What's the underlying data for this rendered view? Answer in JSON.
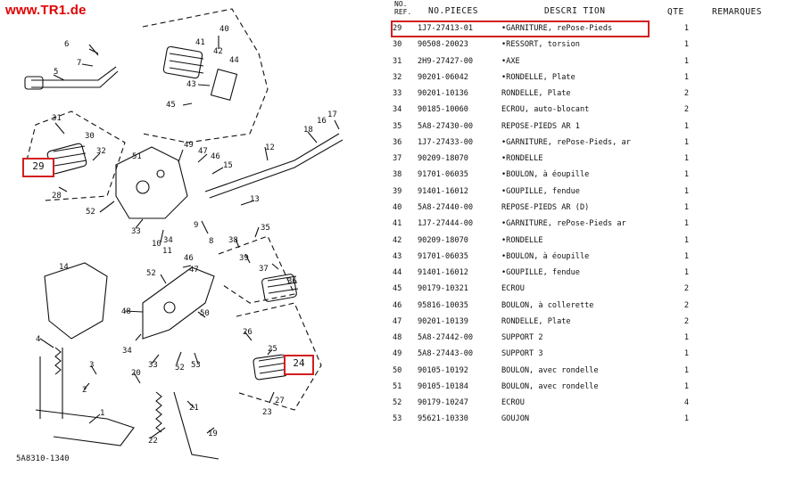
{
  "watermark": "www.TR1.de",
  "figure_code": "5A8310-1340",
  "diagram": {
    "callout_left": "29",
    "callout_right": "24",
    "labels": [
      "1",
      "2",
      "3",
      "4",
      "5",
      "6",
      "7",
      "8",
      "9",
      "10",
      "11",
      "12",
      "13",
      "14",
      "15",
      "16",
      "17",
      "18",
      "19",
      "20",
      "21",
      "22",
      "23",
      "27",
      "28",
      "30",
      "31",
      "32",
      "33",
      "34",
      "35",
      "36",
      "37",
      "38",
      "39",
      "40",
      "41",
      "42",
      "43",
      "44",
      "45",
      "46",
      "47",
      "48",
      "49",
      "50",
      "51",
      "52",
      "53",
      "26"
    ]
  },
  "table": {
    "headers": {
      "no_ref": "NO.\nREF.",
      "part_no": "NO.PIECES",
      "description": "DESCRI TION",
      "qty": "QTE",
      "remarks": "REMARQUES"
    },
    "highlighted_ref": "29",
    "rows": [
      {
        "ref": "29",
        "part": "1J7-27413-01",
        "desc": "•GARNITURE, rePose-Pieds",
        "qty": "1"
      },
      {
        "ref": "30",
        "part": "90508-20023",
        "desc": "•RESSORT, torsion",
        "qty": "1"
      },
      {
        "ref": "31",
        "part": "2H9-27427-00",
        "desc": "•AXE",
        "qty": "1"
      },
      {
        "ref": "32",
        "part": "90201-06042",
        "desc": "•RONDELLE, Plate",
        "qty": "1"
      },
      {
        "ref": "33",
        "part": "90201-10136",
        "desc": "RONDELLE, Plate",
        "qty": "2"
      },
      {
        "ref": "34",
        "part": "90185-10060",
        "desc": "ECROU, auto-blocant",
        "qty": "2"
      },
      {
        "ref": "35",
        "part": "5A8-27430-00",
        "desc": "REPOSE-PIEDS AR 1",
        "qty": "1"
      },
      {
        "ref": "36",
        "part": "1J7-27433-00",
        "desc": "•GARNITURE, rePose-Pieds, ar",
        "qty": "1"
      },
      {
        "ref": "37",
        "part": "90209-18070",
        "desc": "•RONDELLE",
        "qty": "1"
      },
      {
        "ref": "38",
        "part": "91701-06035",
        "desc": "•BOULON, à éoupille",
        "qty": "1"
      },
      {
        "ref": "39",
        "part": "91401-16012",
        "desc": "•GOUPILLE, fendue",
        "qty": "1"
      },
      {
        "ref": "40",
        "part": "5A8-27440-00",
        "desc": "REPOSE-PIEDS AR (D)",
        "qty": "1"
      },
      {
        "ref": "41",
        "part": "1J7-27444-00",
        "desc": "•GARNITURE, rePose-Pieds ar",
        "qty": "1"
      },
      {
        "ref": "42",
        "part": "90209-18070",
        "desc": "•RONDELLE",
        "qty": "1"
      },
      {
        "ref": "43",
        "part": "91701-06035",
        "desc": "•BOULON, à éoupille",
        "qty": "1"
      },
      {
        "ref": "44",
        "part": "91401-16012",
        "desc": "•GOUPILLE, fendue",
        "qty": "1"
      },
      {
        "ref": "45",
        "part": "90179-10321",
        "desc": "ECROU",
        "qty": "2"
      },
      {
        "ref": "46",
        "part": "95816-10035",
        "desc": "BOULON, à collerette",
        "qty": "2"
      },
      {
        "ref": "47",
        "part": "90201-10139",
        "desc": "RONDELLE, Plate",
        "qty": "2"
      },
      {
        "ref": "48",
        "part": "5A8-27442-00",
        "desc": "SUPPORT 2",
        "qty": "1"
      },
      {
        "ref": "49",
        "part": "5A8-27443-00",
        "desc": "SUPPORT 3",
        "qty": "1"
      },
      {
        "ref": "50",
        "part": "90105-10192",
        "desc": "BOULON, avec rondelle",
        "qty": "1"
      },
      {
        "ref": "51",
        "part": "90105-10184",
        "desc": "BOULON, avec rondelle",
        "qty": "1"
      },
      {
        "ref": "52",
        "part": "90179-10247",
        "desc": "ECROU",
        "qty": "4"
      },
      {
        "ref": "53",
        "part": "95621-10330",
        "desc": "GOUJON",
        "qty": "1"
      }
    ]
  }
}
